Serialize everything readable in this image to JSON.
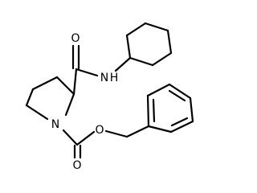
{
  "molecule": {
    "atoms": [
      {
        "symbol": "O"
      },
      {
        "symbol": "N",
        "h": "H"
      },
      {
        "symbol": "N"
      },
      {
        "symbol": "O"
      },
      {
        "symbol": "O"
      }
    ]
  }
}
